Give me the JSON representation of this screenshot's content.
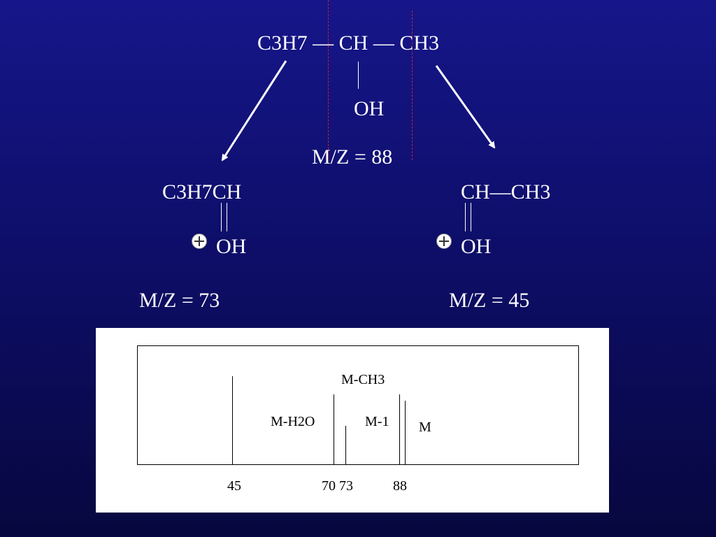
{
  "parent": {
    "formula": "C3H7 — CH — CH3",
    "substituent": "OH",
    "mz_label": "M/Z = 88"
  },
  "fragment_left": {
    "formula": "C3H7CH",
    "substituent": "OH",
    "mz_label": "M/Z = 73"
  },
  "fragment_right": {
    "formula": "CH—CH3",
    "substituent": "OH",
    "mz_label": "M/Z = 45"
  },
  "spectrum": {
    "peak_labels": {
      "m_h2o": "M-H2O",
      "m_ch3": "M-CH3",
      "m_1": "M-1",
      "m": "M"
    },
    "axis_labels": {
      "l45": "45",
      "l70_73": "70 73",
      "l88": "88"
    }
  },
  "colors": {
    "background_top": "#16168a",
    "background_bottom": "#07073f",
    "cleavage_line": "#cc2222"
  }
}
